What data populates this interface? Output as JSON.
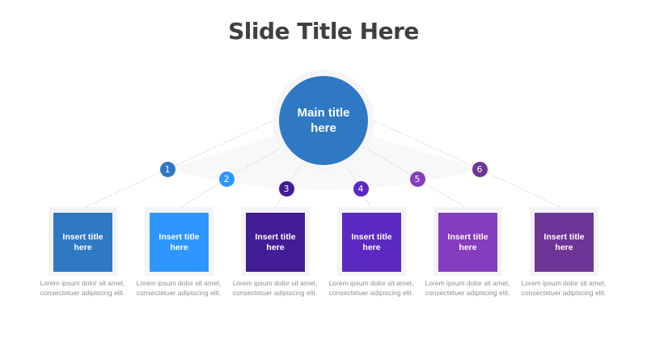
{
  "slide": {
    "title": "Slide Title Here"
  },
  "main_node": {
    "title": "Main title here",
    "color": "#2F78C4"
  },
  "items": [
    {
      "number": "1",
      "title": "Insert title here",
      "text": "Lorem ipsum dolor sit amet, consectetuer adipiscing elit.",
      "color": "#2F78C4"
    },
    {
      "number": "2",
      "title": "Insert title here",
      "text": "Lorem ipsum dolor sit amet, consectetuer adipiscing elit.",
      "color": "#2E96FF"
    },
    {
      "number": "3",
      "title": "Insert title here",
      "text": "Lorem ipsum dolor sit amet, consectetuer adipiscing elit.",
      "color": "#431D95"
    },
    {
      "number": "4",
      "title": "Insert title here",
      "text": "Lorem ipsum dolor sit amet, consectetuer adipiscing elit.",
      "color": "#5B29C0"
    },
    {
      "number": "5",
      "title": "Insert title here",
      "text": "Lorem ipsum dolor sit amet, consectetuer adipiscing elit.",
      "color": "#853CBE"
    },
    {
      "number": "6",
      "title": "Insert title here",
      "text": "Lorem ipsum dolor sit amet, consectetuer adipiscing elit.",
      "color": "#6E3596"
    }
  ]
}
